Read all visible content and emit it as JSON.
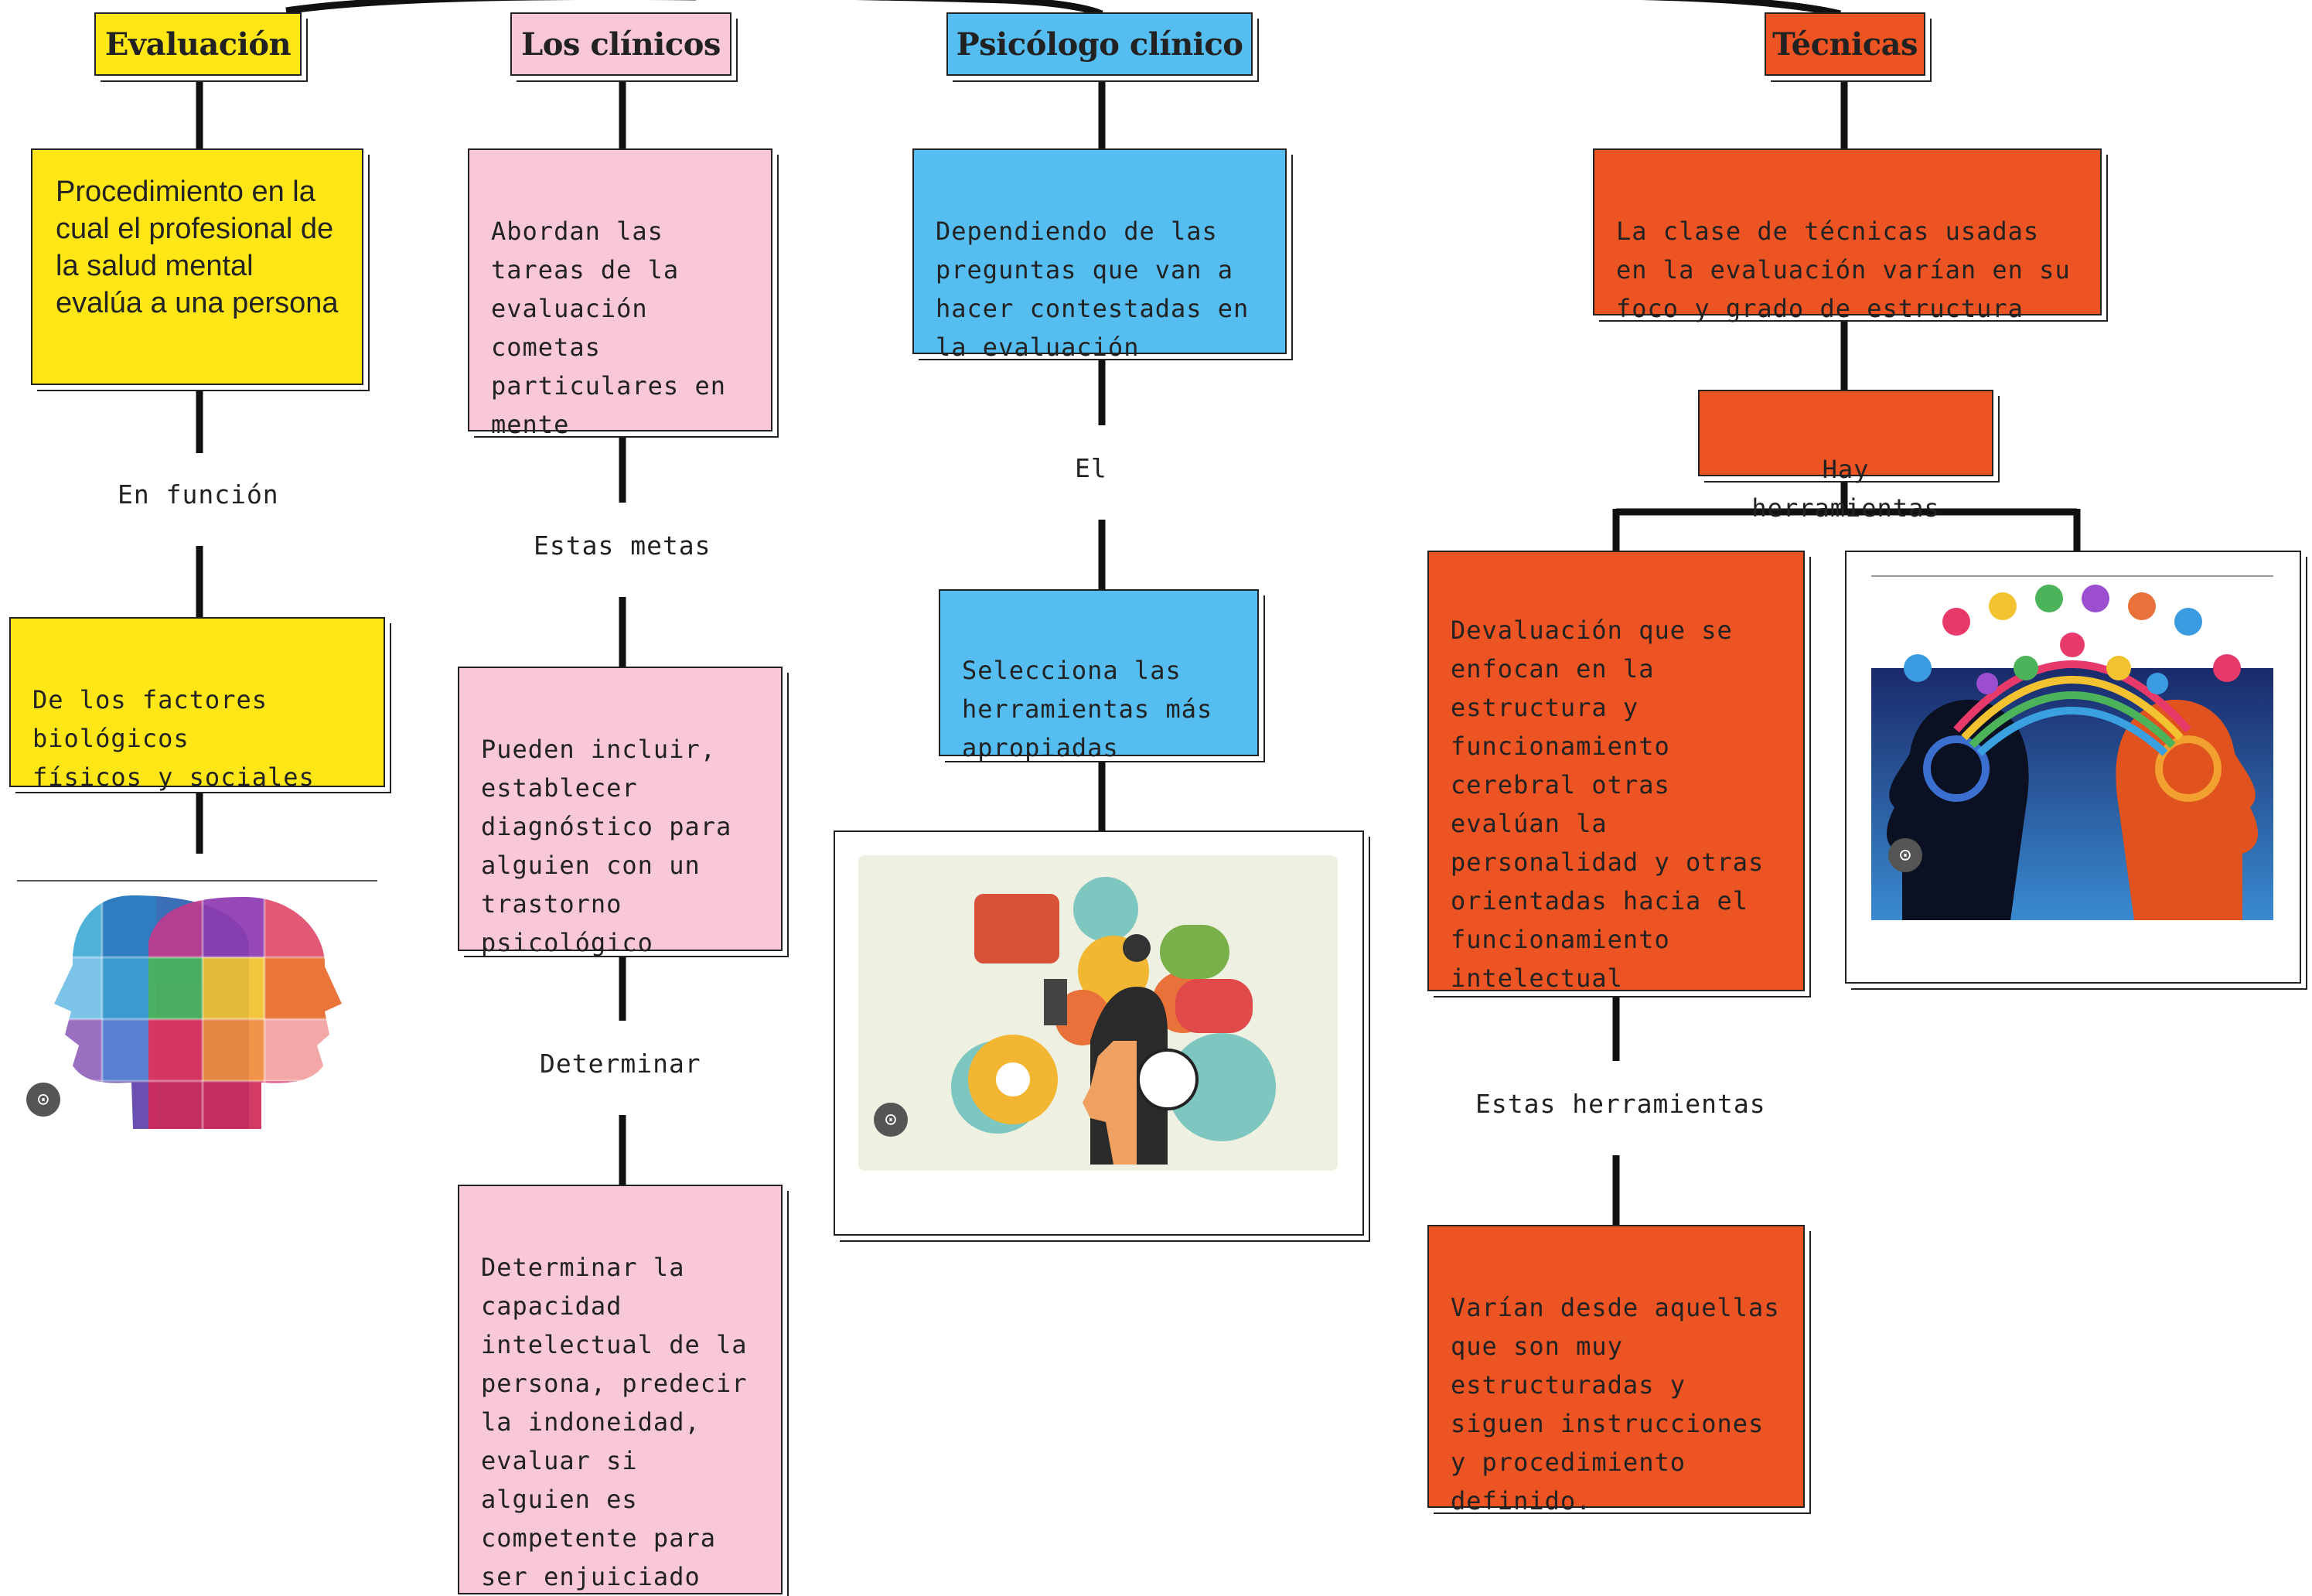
{
  "colors": {
    "yellow": "#ffe617",
    "pink": "#f8c8d6",
    "blue": "#56bdf0",
    "orange": "#ec5423",
    "line": "#111111"
  },
  "columns": {
    "evaluacion": {
      "title": "Evaluación",
      "definition": "Procedimiento en la cual el profesional de la salud mental evalúa a una persona",
      "connector": "En función",
      "factors": "De los factores\nbiológicos\nfísicos y sociales",
      "image_icon": "puzzle-heads-image"
    },
    "clinicos": {
      "title": "Los clínicos",
      "tasks": "Abordan las\ntareas de la\nevaluación\ncometas\nparticulares en\nmente",
      "connector1": "Estas metas",
      "goals": "Pueden incluir,\nestablecer\ndiagnóstico para\nalguien con un\ntrastorno\npsicológico",
      "connector2": "Determinar",
      "determine": "Determinar la\ncapacidad\nintelectual de la\npersona, predecir\nla indoneidad,\nevaluar si\nalguien es\ncompetente para\nser enjuiciado"
    },
    "psicologo": {
      "title": "Psicólogo clínico",
      "depending": "Dependiendo de las\npreguntas que van a\nhacer contestadas en\nla evaluación",
      "connector": "El",
      "selects": "Selecciona las\nherramientas más\napropiadas",
      "image_icon": "gears-mind-image"
    },
    "tecnicas": {
      "title": "Técnicas",
      "class": "La clase de técnicas usadas\nen la evaluación varían en su\nfoco y grado de estructura",
      "tools": "Hay herramientas",
      "evaluation": "Devaluación que se\nenfocan en la\nestructura y\nfuncionamiento\ncerebral otras\nevalúan la\npersonalidad y otras\norientadas hacia el\nfuncionamiento\nintelectual",
      "connector": "Estas herramientas",
      "range": "Varían desde aquellas\nque son muy\nestructuradas y\nsiguen instrucciones\ny procedimiento\ndefinido.",
      "image_icon": "heads-network-image"
    }
  }
}
